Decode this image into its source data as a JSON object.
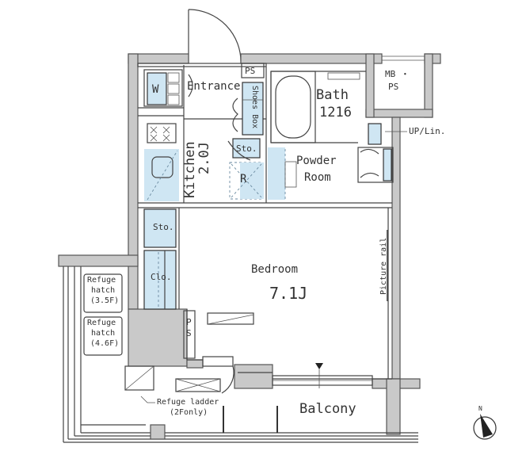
{
  "plan": {
    "rooms": {
      "entrance": "Entrance",
      "ps_top": "PS",
      "mb_ps_line1": "MB ・",
      "mb_ps_line2": "PS",
      "bath_line1": "Bath",
      "bath_line2": "1216",
      "up_lin": "UP/Lin.",
      "washer": "W",
      "shoes_box": "Shoes Box",
      "kitchen": "Kitchen",
      "kitchen_size": "2.0J",
      "sto_small": "Sto.",
      "refrigerator": "R",
      "powder_line1": "Powder",
      "powder_line2": "Room",
      "sto_left": "Sto.",
      "closet": "Clo.",
      "bedroom": "Bedroom",
      "bedroom_size": "7.1J",
      "picture_rail": "Picture rail",
      "ps_lower": "PS",
      "balcony": "Balcony"
    },
    "refuge": {
      "hatch1_line1": "Refuge",
      "hatch1_line2": "hatch",
      "hatch1_line3": "(3.5F)",
      "hatch2_line1": "Refuge",
      "hatch2_line2": "hatch",
      "hatch2_line3": "(4.6F)",
      "ladder_line1": "Refuge ladder",
      "ladder_line2": "(2Fonly)"
    },
    "compass": {
      "label": "N"
    },
    "colors": {
      "wall": "#c9c9c9",
      "fixture_blue": "#cfe6f3",
      "line": "#444444"
    }
  }
}
